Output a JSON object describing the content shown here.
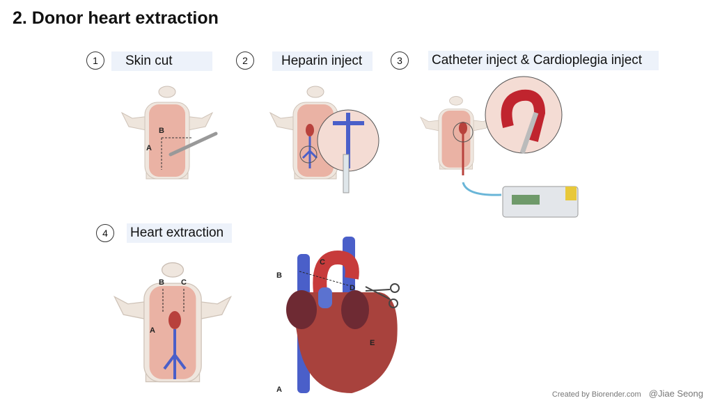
{
  "title": "2. Donor heart extraction",
  "steps": [
    {
      "number": "1",
      "label": "Skin cut",
      "marks": [
        "A",
        "B"
      ]
    },
    {
      "number": "2",
      "label": "Heparin inject"
    },
    {
      "number": "3",
      "label": "Catheter inject & Cardioplegia inject"
    },
    {
      "number": "4",
      "label": "Heart extraction",
      "marks": [
        "A",
        "B",
        "C"
      ]
    }
  ],
  "heart_marks": [
    "A",
    "B",
    "C",
    "D",
    "E"
  ],
  "credit": {
    "source": "Created by Biorender.com",
    "author": "@Jiae Seong"
  },
  "colors": {
    "label_bg": "#edf2fa",
    "skin": "#f0d4c8",
    "body": "#e9a89a",
    "vessel": "#4a5fc9",
    "heart": "#b8413c"
  }
}
